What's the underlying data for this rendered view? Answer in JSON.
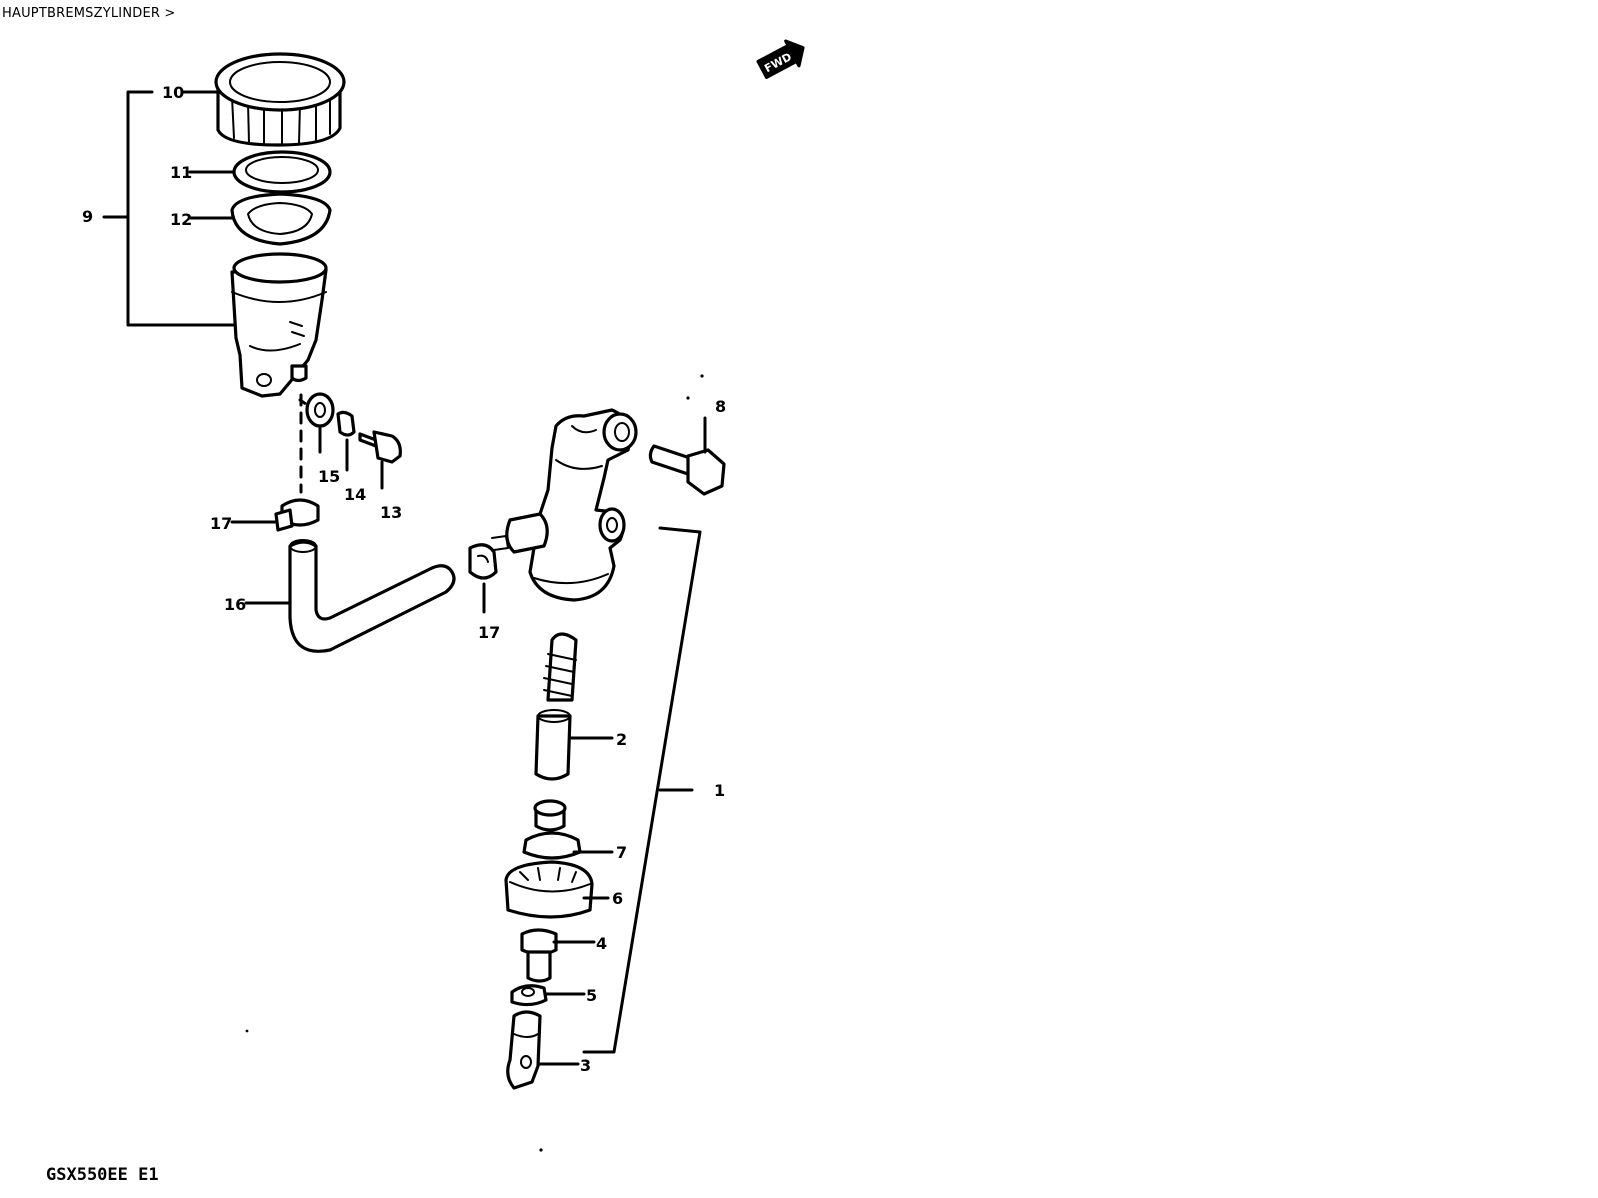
{
  "breadcrumb": "HAUPTBREMSZYLINDER >",
  "direction_badge": "FWD",
  "model_code": "GSX550EE E1",
  "callouts": {
    "c1": "1",
    "c2": "2",
    "c3": "3",
    "c4": "4",
    "c5": "5",
    "c6": "6",
    "c7": "7",
    "c8": "8",
    "c9": "9",
    "c10": "10",
    "c11": "11",
    "c12": "12",
    "c13": "13",
    "c14": "14",
    "c15": "15",
    "c16": "16",
    "c17a": "17",
    "c17b": "17"
  }
}
